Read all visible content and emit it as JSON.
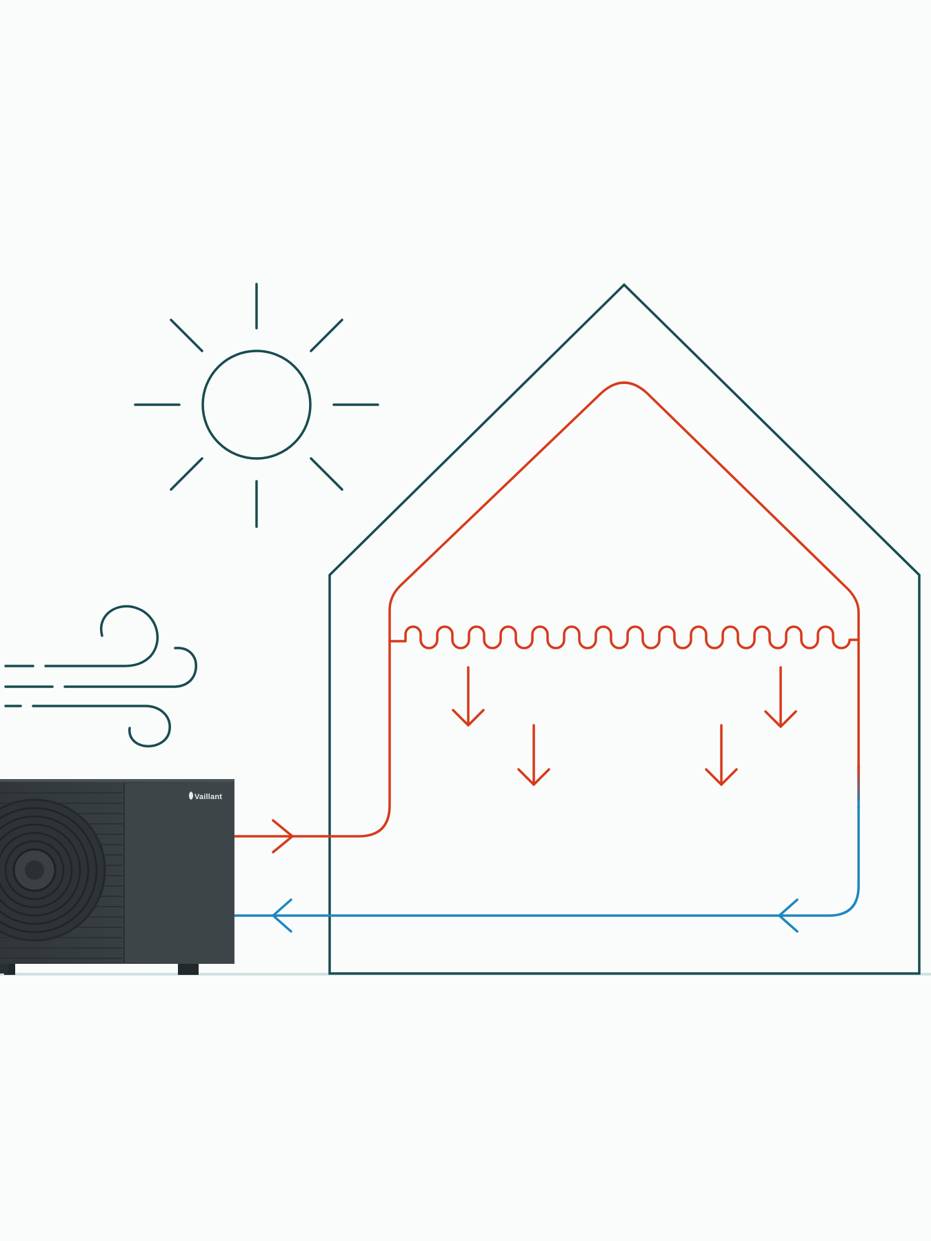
{
  "colors": {
    "background": "#fafbfb",
    "outline": "#174c50",
    "hot": "#d63a1a",
    "cold": "#1f86c0",
    "unit_body": "#3d4347",
    "unit_dark": "#2d3236",
    "ground": "#cfe3e1"
  },
  "heat_pump": {
    "brand": "Vaillant"
  },
  "icons": [
    "sun-icon",
    "wind-icon",
    "house-outline",
    "heat-pump-unit"
  ]
}
